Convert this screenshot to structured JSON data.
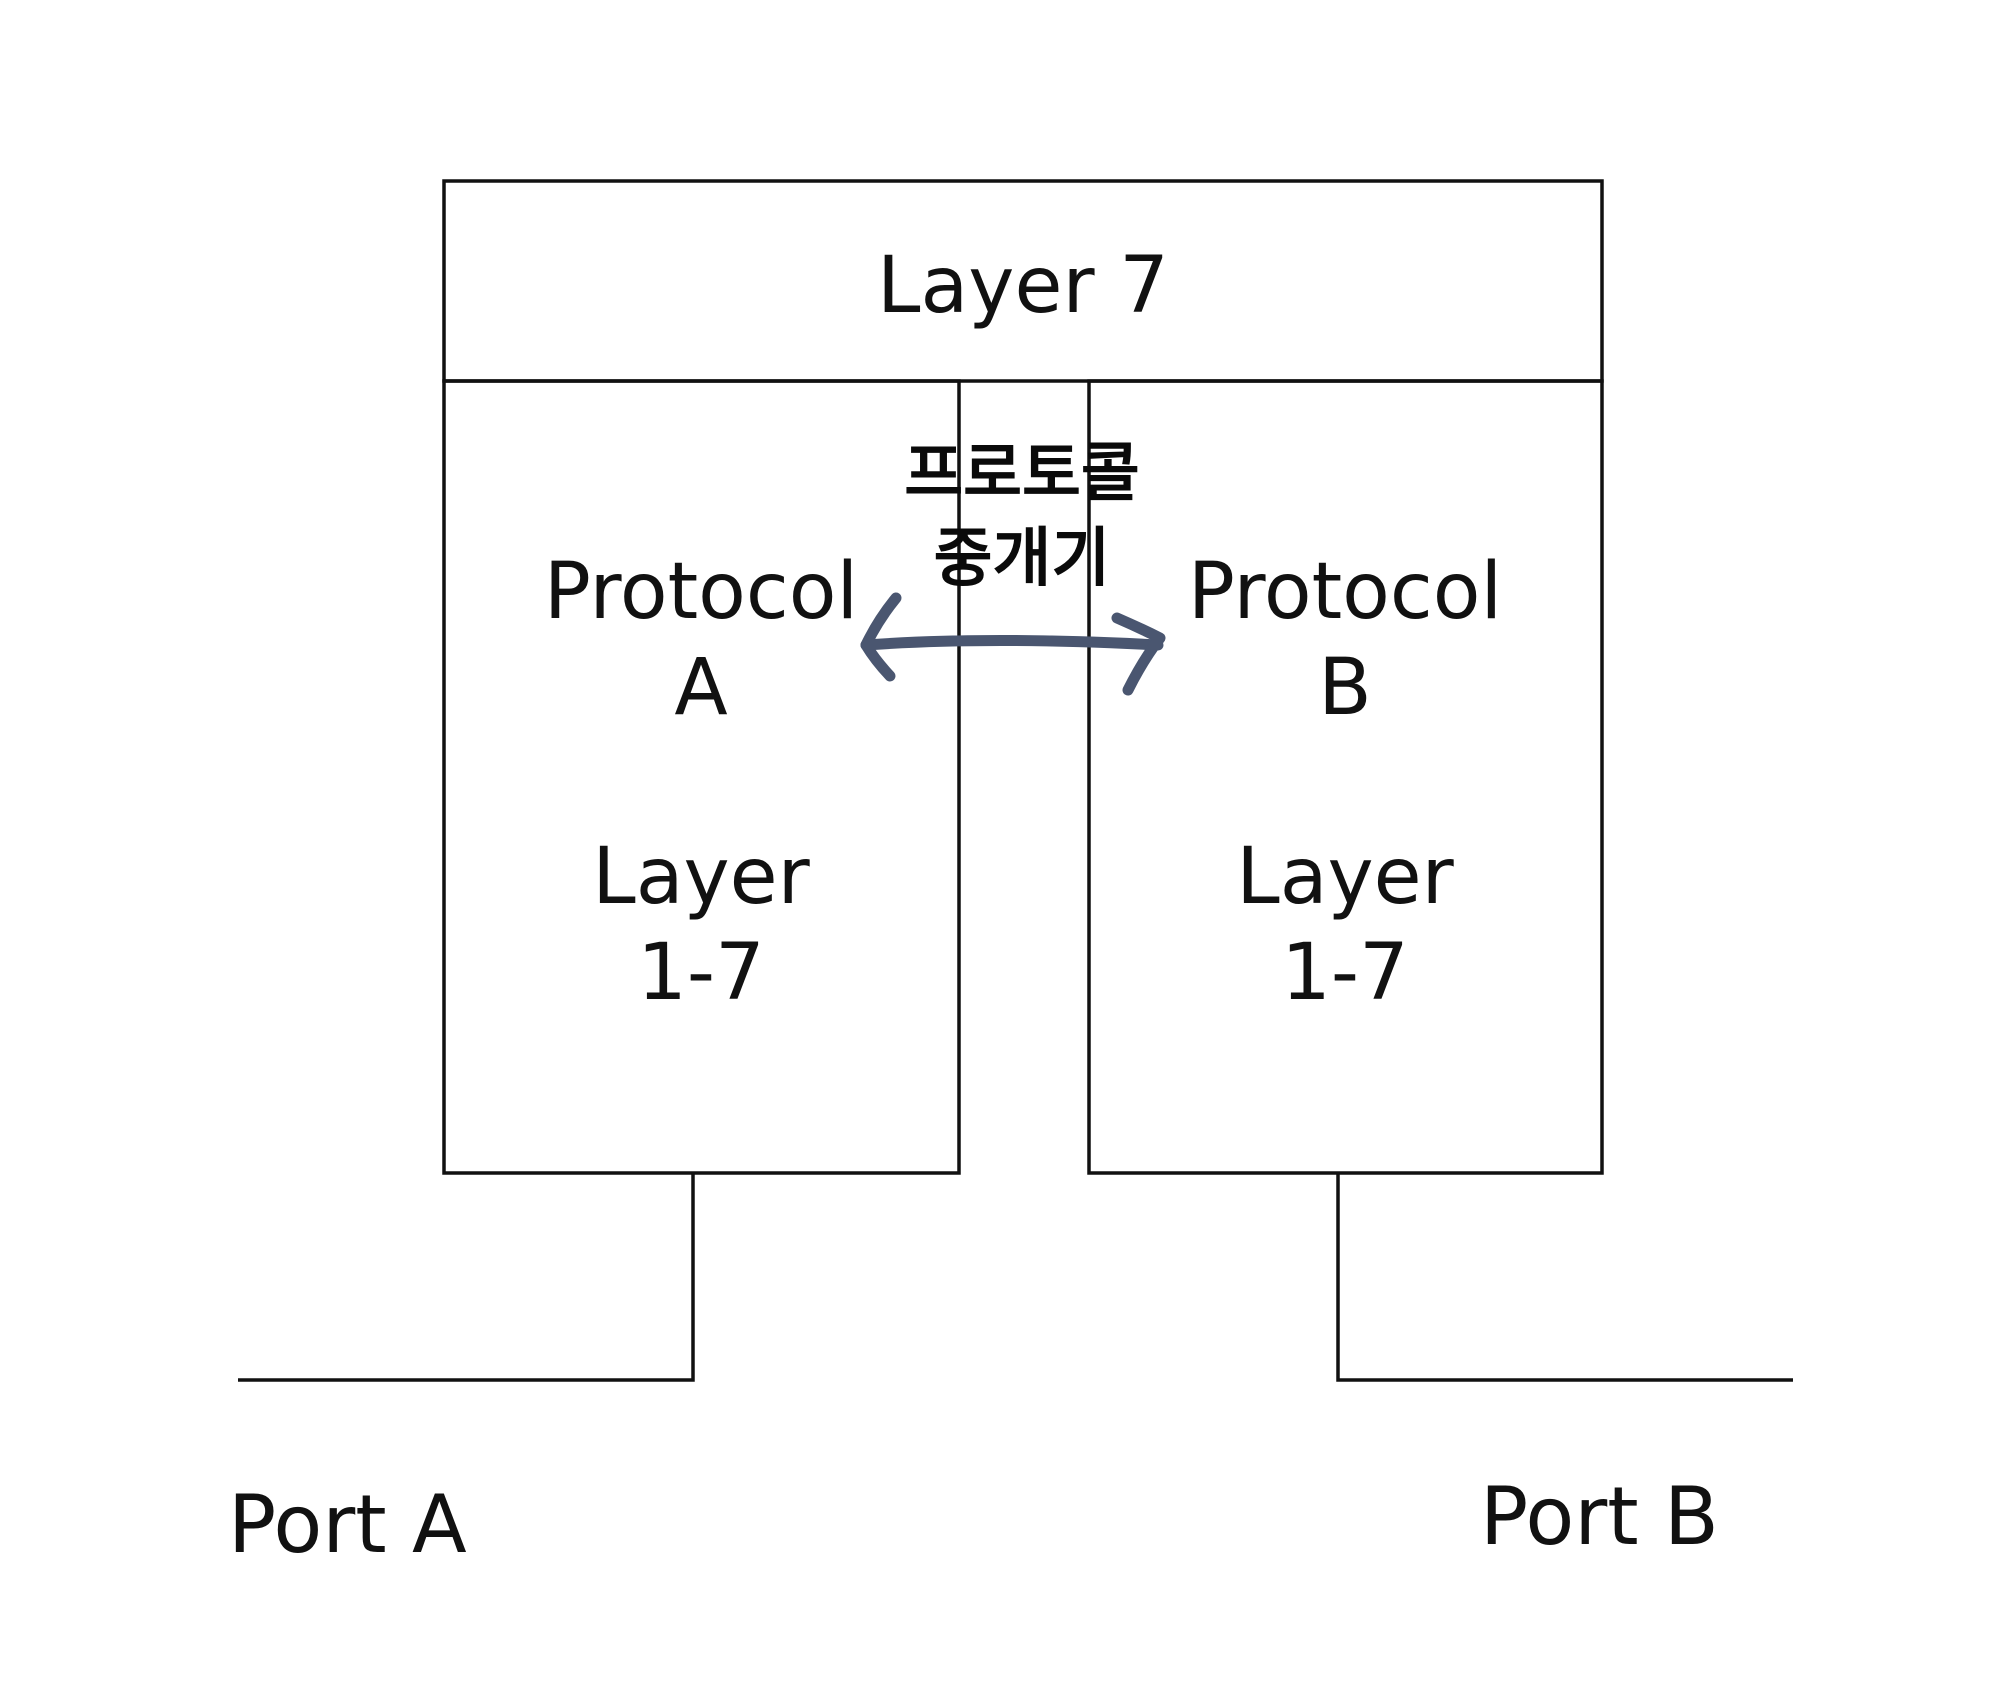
{
  "diagram": {
    "top_layer": "Layer 7",
    "left_stack": {
      "protocol_line1": "Protocol",
      "protocol_line2": "A",
      "layer_line1": "Layer",
      "layer_line2": "1-7"
    },
    "right_stack": {
      "protocol_line1": "Protocol",
      "protocol_line2": "B",
      "layer_line1": "Layer",
      "layer_line2": "1-7"
    },
    "annotation": {
      "line1": "프로토콜",
      "line2": "중개기"
    },
    "port_a": "Port A",
    "port_b": "Port B"
  },
  "colors": {
    "line": "#111111",
    "annotation_arrow": "#4a5670",
    "background": "#ffffff"
  }
}
